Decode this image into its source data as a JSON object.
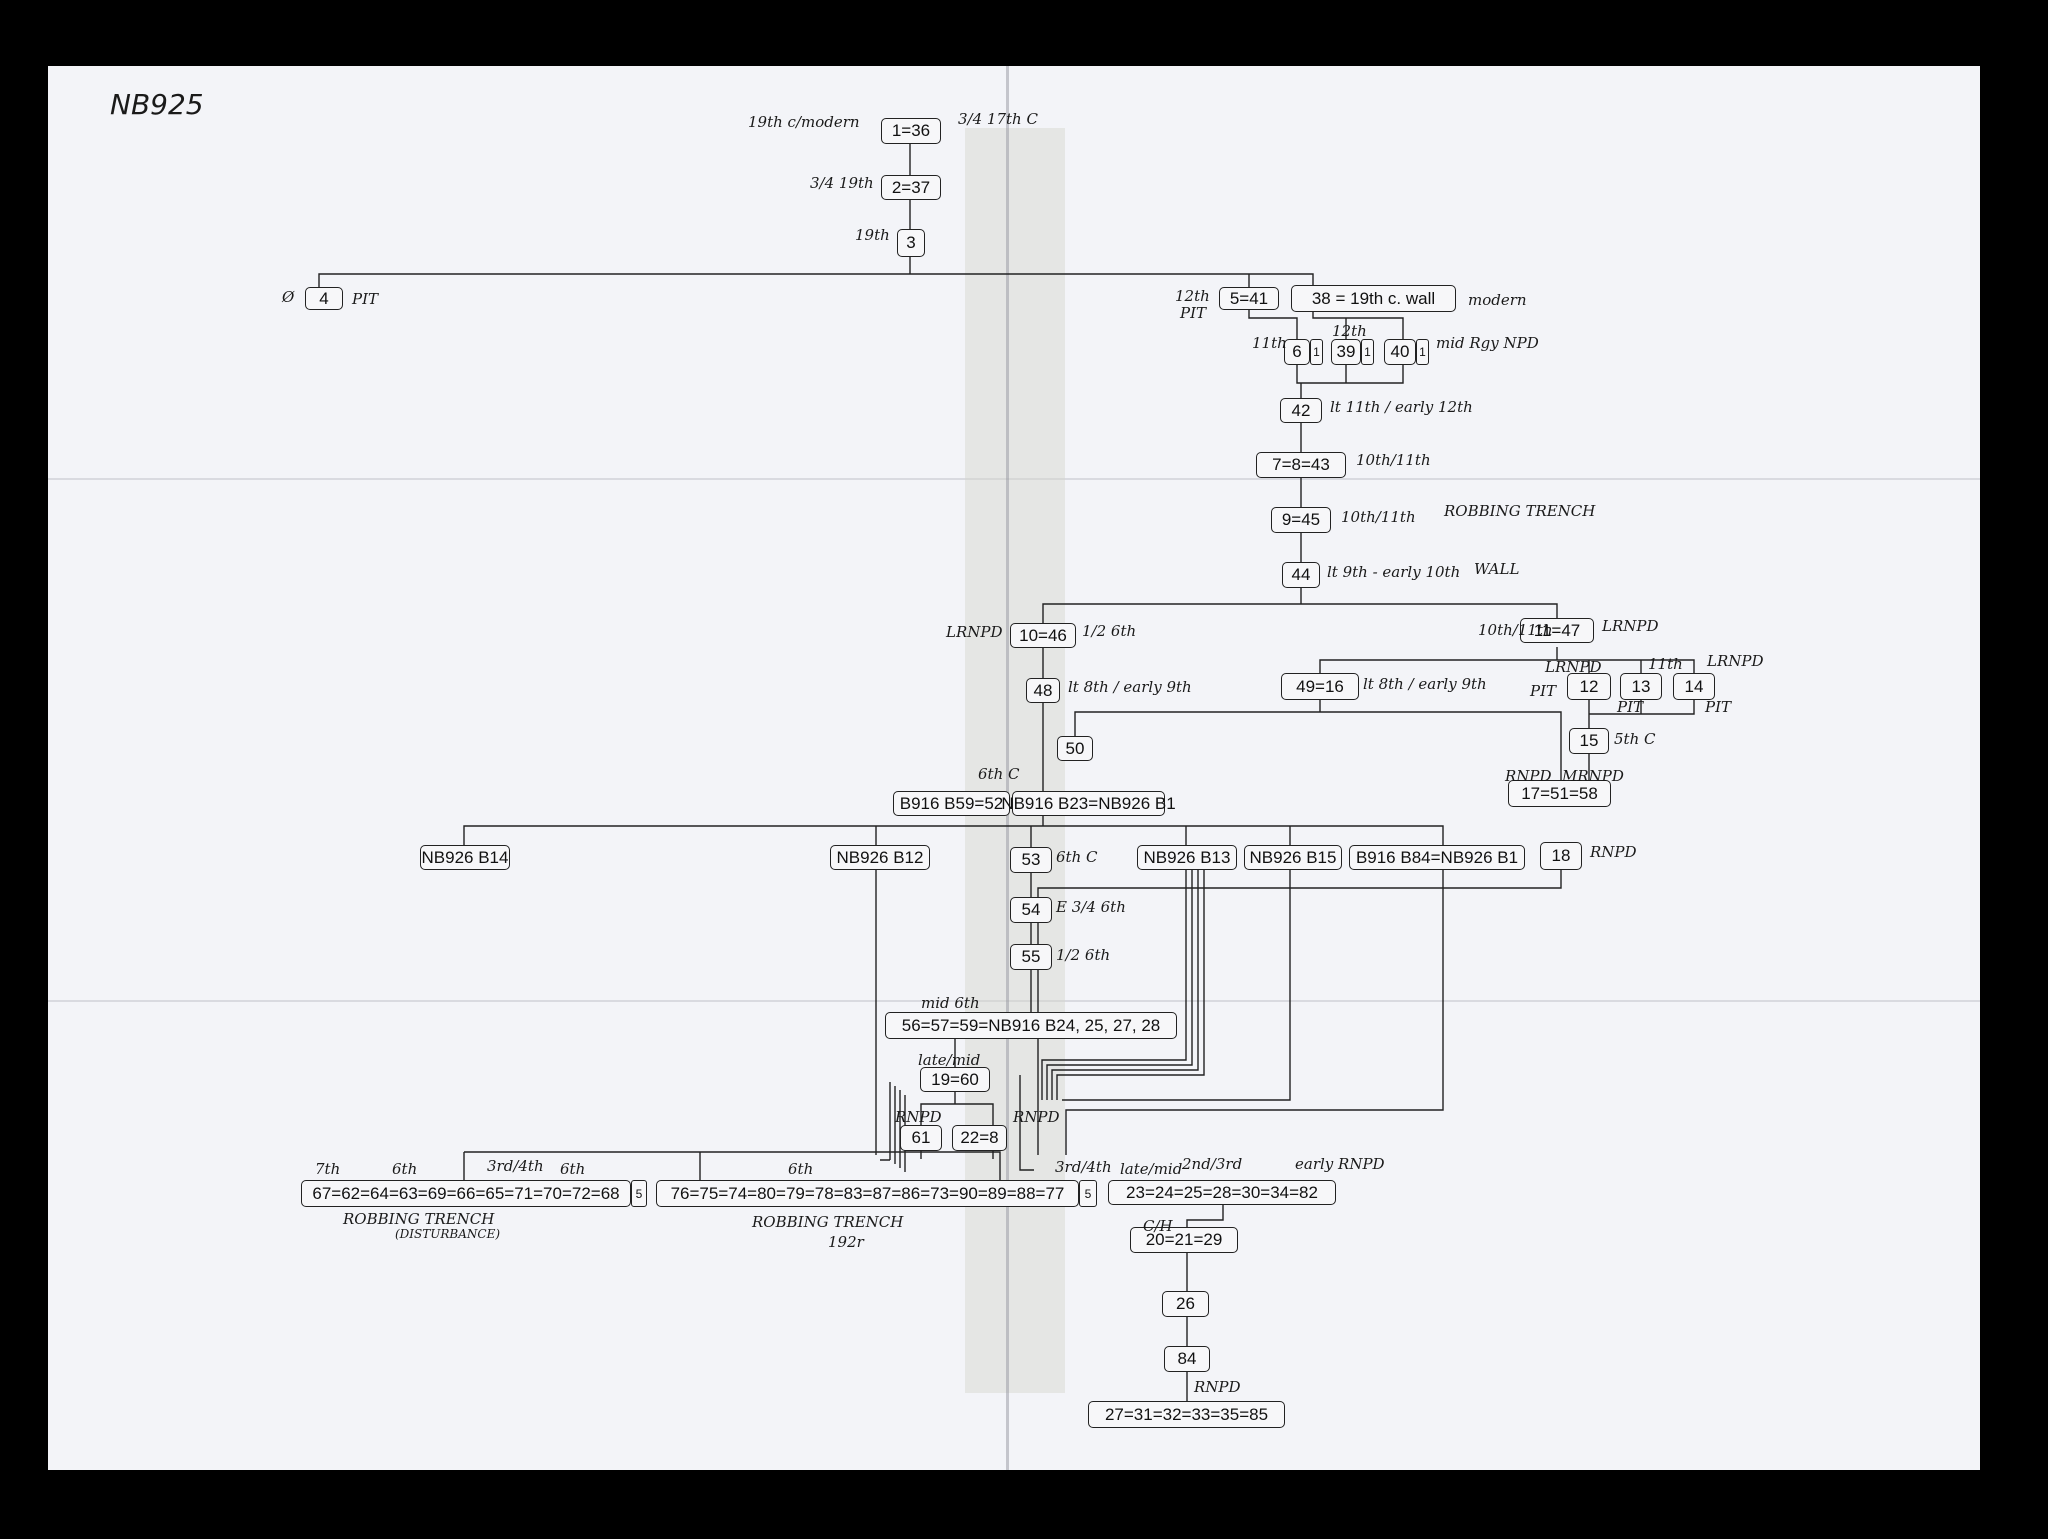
{
  "title": "NB925",
  "nodes": {
    "n1": "1=36",
    "n2": "2=37",
    "n3": "3",
    "n4": "4",
    "n5": "5=41",
    "n38": "38 = 19th c. wall",
    "n6": "6",
    "n39": "39",
    "n40": "40",
    "n42": "42",
    "n7": "7=8=43",
    "n9": "9=45",
    "n44": "44",
    "n10": "10=46",
    "n11": "11=47",
    "n48": "48",
    "n49": "49=16",
    "n12": "12",
    "n13": "13",
    "n14": "14",
    "n50": "50",
    "n15": "15",
    "nB59": "B916 B59=52",
    "nB23": "NB916 B23=NB926 B1",
    "n17": "17=51=58",
    "nB14": "NB926 B14",
    "nB12": "NB926 B12",
    "n53": "53",
    "nB13": "NB926 B13",
    "nB15": "NB926 B15",
    "nB84": "B916 B84=NB926 B1",
    "n18": "18",
    "n54": "54",
    "n55": "55",
    "n56": "56=57=59=NB916 B24, 25, 27, 28",
    "n19": "19=60",
    "n61": "61",
    "n22": "22=8",
    "n67": "67=62=64=63=69=66=65=71=70=72=68",
    "n76": "76=75=74=80=79=78=83=87=86=73=90=89=88=77",
    "n23": "23=24=25=28=30=34=82",
    "n20": "20=21=29",
    "n26": "26",
    "n84": "84",
    "n27": "27=31=32=33=35=85"
  },
  "badges": {
    "b6": "1",
    "b39": "1",
    "b40": "1",
    "b67": "5",
    "b76": "5"
  },
  "notes": {
    "a1": "19th c/modern",
    "a2": "3/4 17th C",
    "a3": "3/4 19th",
    "a4": "19th",
    "a5": "Ø",
    "a6": "PIT",
    "a7": "12th",
    "a8": "PIT",
    "a9": "modern",
    "a10": "11th",
    "a11": "12th",
    "a12": "mid Rgy NPD",
    "a13": "lt 11th / early 12th",
    "a14": "10th/11th",
    "a15": "10th/11th",
    "a16": "ROBBING TRENCH",
    "a17": "lt 9th - early 10th",
    "a18": "WALL",
    "a19": "LRNPD",
    "a20": "1/2 6th",
    "a21": "10th/11th",
    "a22": "LRNPD",
    "a23": "lt 8th / early 9th",
    "a24": "lt 8th / early 9th",
    "a25": "LRNPD",
    "a26": "11th",
    "a27": "LRNPD",
    "a28": "PIT",
    "a29": "PIT",
    "a30": "PIT",
    "a31": "5th C",
    "a32": "RNPD",
    "a33": "MRNPD",
    "a34": "6th C",
    "a35": "RNPD",
    "a36": "6th C",
    "a37": "E 3/4 6th",
    "a38": "1/2 6th",
    "a39": "mid 6th",
    "a40": "late/mid",
    "a41": "RNPD",
    "a42": "RNPD",
    "a43": "7th",
    "a44": "6th",
    "a45": "3rd/4th",
    "a46": "6th",
    "a47": "6th",
    "a48": "3rd/4th",
    "a49": "late/mid",
    "a50": "2nd/3rd",
    "a51": "early RNPD",
    "a52": "ROBBING TRENCH",
    "a53": "(DISTURBANCE)",
    "a54": "ROBBING TRENCH",
    "a55": "192r",
    "a56": "C/H",
    "a57": "RNPD"
  }
}
